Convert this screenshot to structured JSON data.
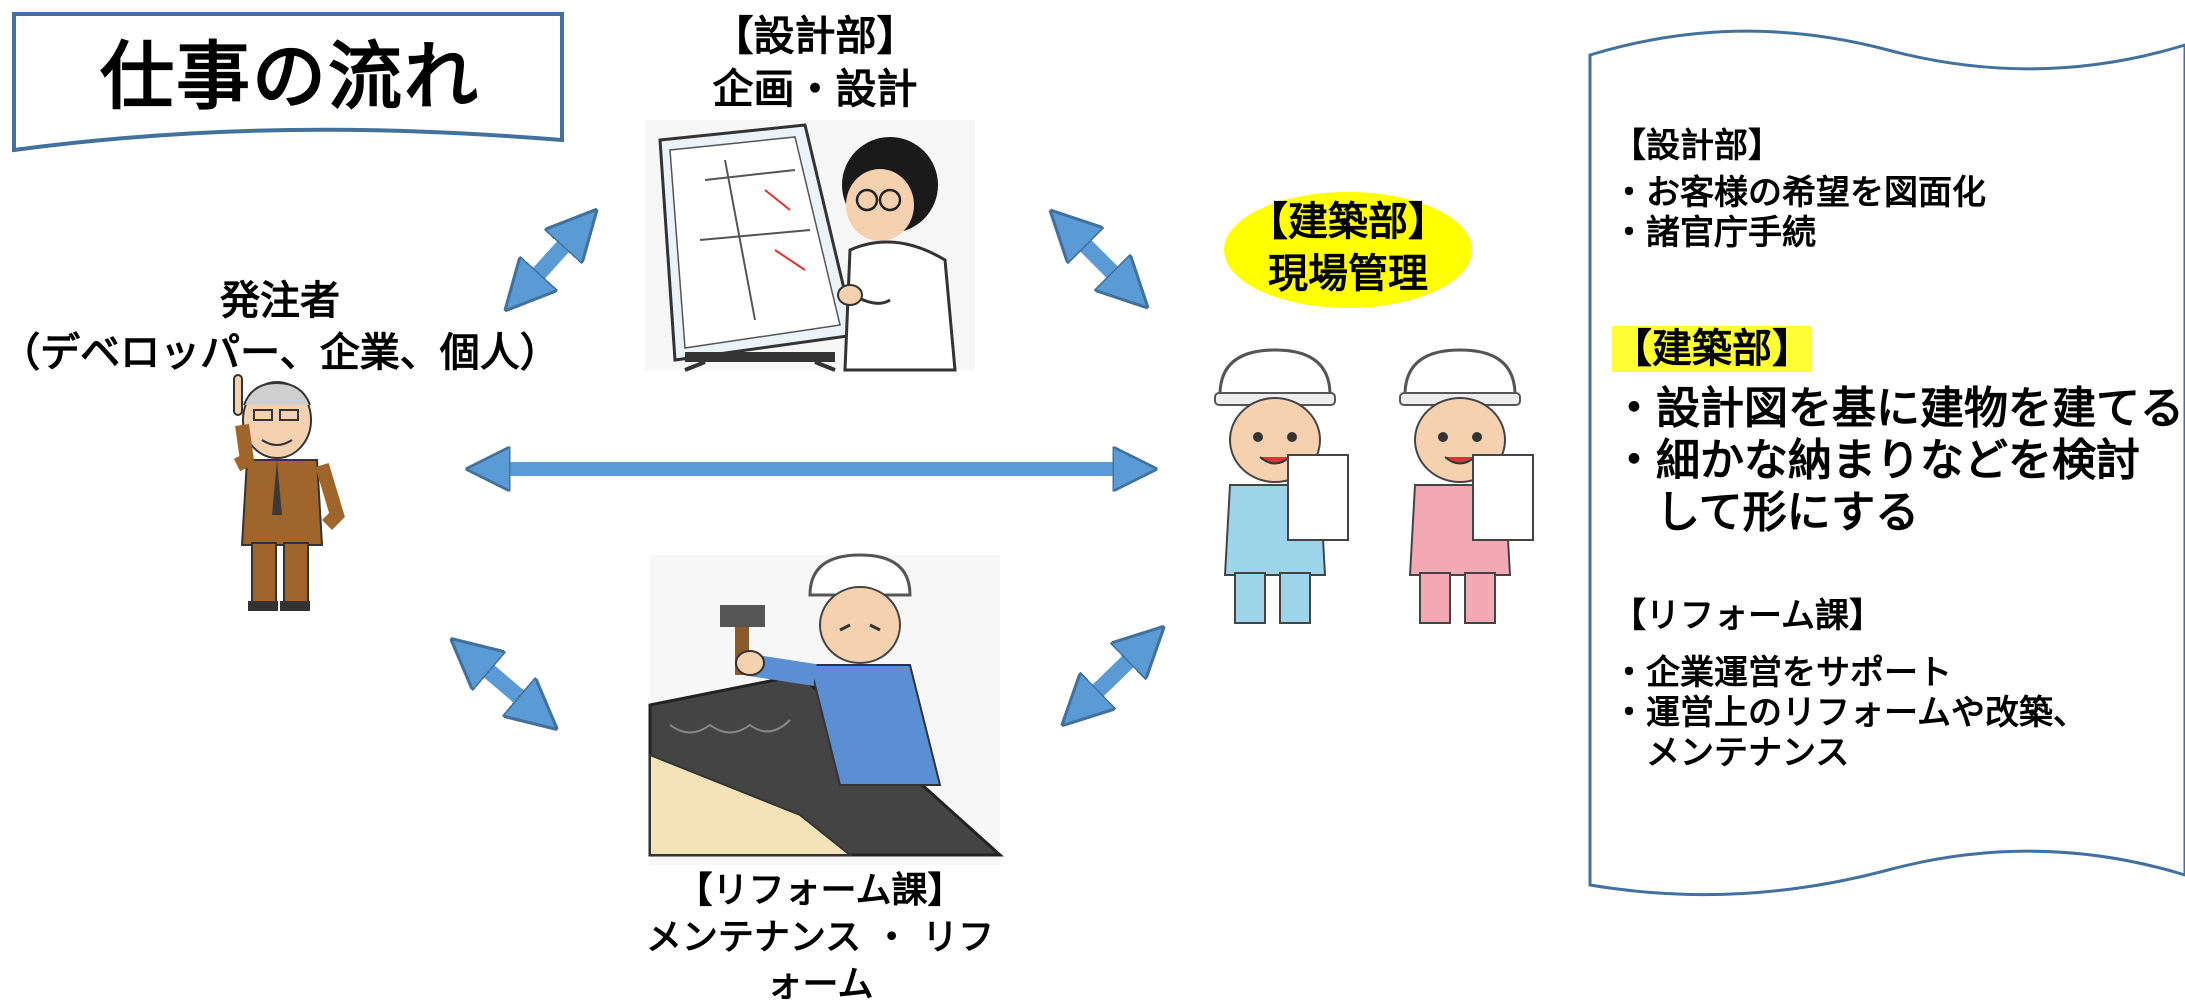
{
  "title": "仕事の流れ",
  "design_dept": {
    "name": "【設計部】",
    "role": "企画・設計"
  },
  "client": {
    "name": "発注者",
    "examples": "（デベロッパー、企業、個人）"
  },
  "construction_dept": {
    "name": "【建築部】",
    "role": "現場管理"
  },
  "reform_dept": {
    "name": "【リフォーム課】",
    "role": "メンテナンス ・ リフォーム"
  },
  "notes": {
    "design": {
      "title": "【設計部】",
      "items": "・お客様の希望を図面化\n・諸官庁手続"
    },
    "construction": {
      "title": "【建築部】",
      "items": "・設計図を基に建物を建てる\n・細かな納まりなどを検討\n　して形にする"
    },
    "reform": {
      "title": "【リフォーム課】",
      "items": "・企業運営をサポート\n・運営上のリフォームや改築、\n　メンテナンス"
    }
  },
  "colors": {
    "arrow": "#5b9bd5",
    "arrow_outline": "#41719c",
    "highlight": "#ffff33",
    "title_border": "#41719c"
  },
  "icons": [
    "drafter-illustration",
    "client-man-illustration",
    "roofer-illustration",
    "site-workers-illustration",
    "double-arrow-icon"
  ]
}
